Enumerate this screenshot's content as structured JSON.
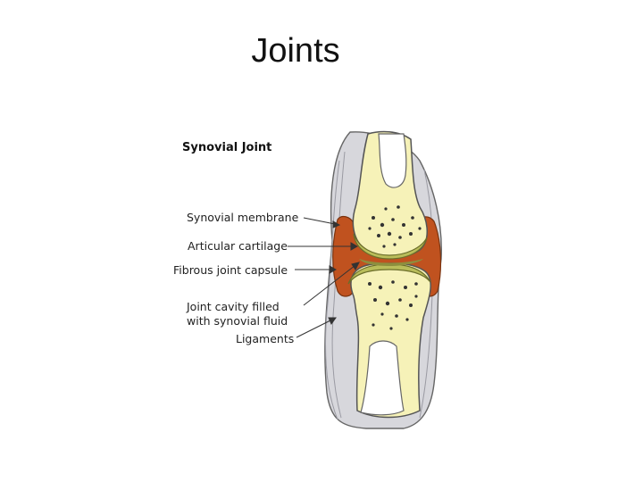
{
  "slide": {
    "title": "Joints"
  },
  "diagram": {
    "heading": "Synovial Joint",
    "labels": {
      "synovial_membrane": "Synovial membrane",
      "articular_cartilage": "Articular cartilage",
      "fibrous_joint_capsule": "Fibrous joint capsule",
      "joint_cavity_line1": "Joint cavity filled",
      "joint_cavity_line2": "with synovial fluid",
      "ligaments": "Ligaments"
    },
    "colors": {
      "bone": "#f6f2b8",
      "cartilage": "#b9bd5a",
      "capsule": "#9a4a1c",
      "capsule_fill": "#c0521f",
      "ligament": "#c9c9cf",
      "outline": "#555555"
    }
  }
}
